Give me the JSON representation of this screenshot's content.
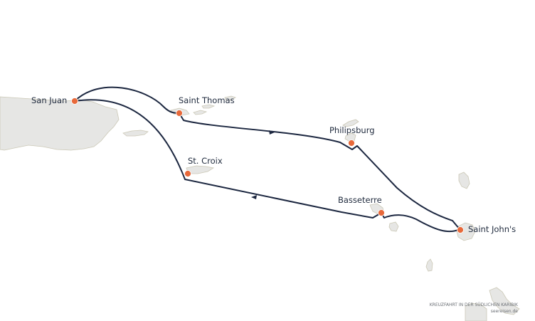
{
  "ports": [
    {
      "name": "San Juan"
    },
    {
      "name": "Saint Thomas"
    },
    {
      "name": "Philipsburg"
    },
    {
      "name": "St. Croix"
    },
    {
      "name": "Basseterre"
    },
    {
      "name": "Saint John's"
    }
  ],
  "credit": {
    "line1": "KREUZFAHRT IN DER SÜDLICHEN KARIBIK",
    "line2": "seereisen.de"
  },
  "colors": {
    "route": "#1c2740",
    "port": "#e8693a",
    "land": "#e6e6e4",
    "land_stroke": "#c9c7b8"
  }
}
